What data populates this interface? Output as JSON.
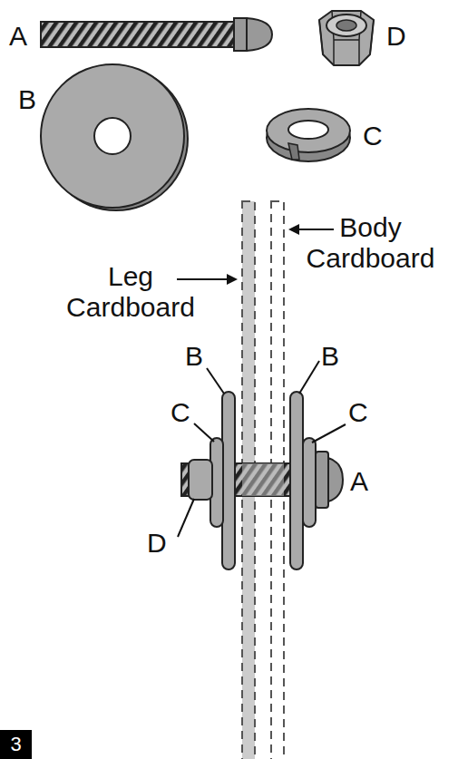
{
  "diagram": {
    "nodes": [
      {
        "text": [
          "3"
        ]
      }
    ],
    "labels": [
      "A",
      "D",
      "B",
      "C",
      "Body Cardboard",
      "Leg Cardboard",
      "B",
      "B",
      "C",
      "C",
      "A",
      "D"
    ]
  }
}
